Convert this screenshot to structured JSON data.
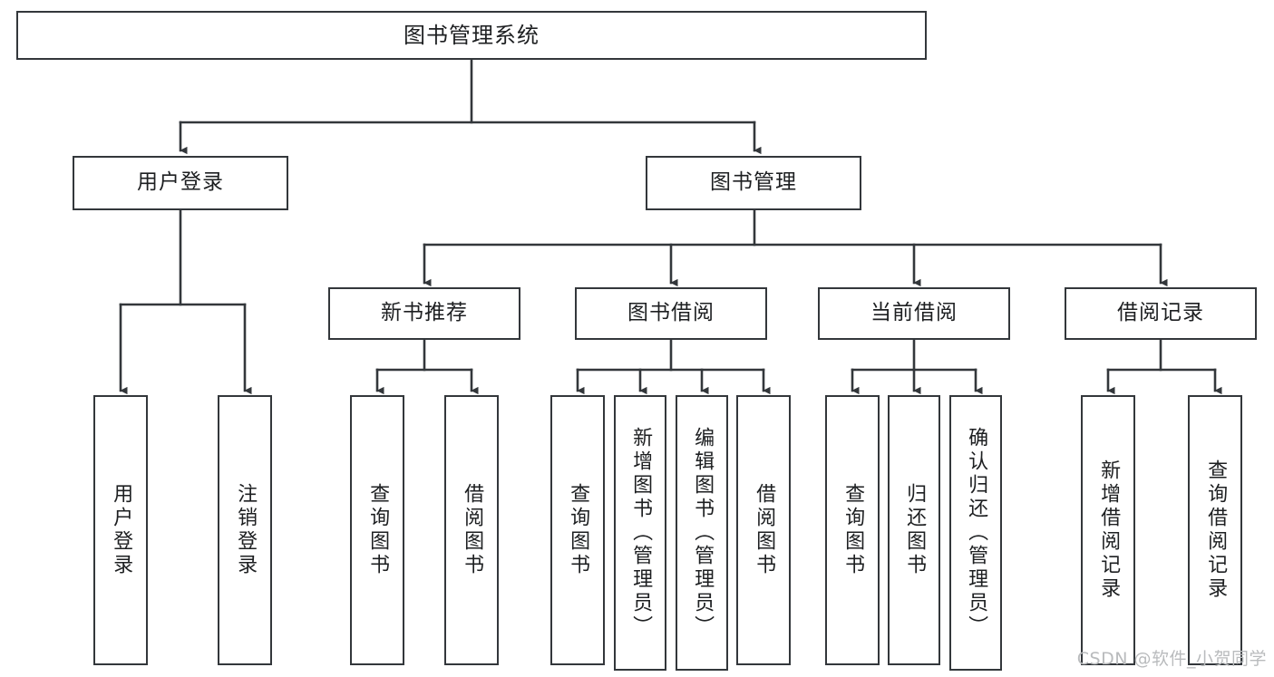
{
  "diagram": {
    "title": "图书管理系统",
    "type": "tree-hierarchy",
    "watermark": "CSDN @软件_小贺同学",
    "colors": {
      "stroke": "#33373b",
      "fill": "#ffffff",
      "text": "#1d1f21",
      "watermark": "#b9bbbd"
    },
    "root": {
      "label": "图书管理系统"
    },
    "level2": [
      {
        "label": "用户登录"
      },
      {
        "label": "图书管理"
      }
    ],
    "level3": [
      {
        "label": "新书推荐"
      },
      {
        "label": "图书借阅"
      },
      {
        "label": "当前借阅"
      },
      {
        "label": "借阅记录"
      }
    ],
    "leaves": {
      "user_login": [
        {
          "label": "用户登录"
        },
        {
          "label": "注销登录"
        }
      ],
      "new_book_recommend": [
        {
          "label": "查询图书"
        },
        {
          "label": "借阅图书"
        }
      ],
      "book_borrow": [
        {
          "label": "查询图书"
        },
        {
          "label": "新增图书（管理员）"
        },
        {
          "label": "编辑图书（管理员）"
        },
        {
          "label": "借阅图书"
        }
      ],
      "current_borrow": [
        {
          "label": "查询图书"
        },
        {
          "label": "归还图书"
        },
        {
          "label": "确认归还（管理员）"
        }
      ],
      "borrow_records": [
        {
          "label": "新增借阅记录"
        },
        {
          "label": "查询借阅记录"
        }
      ]
    }
  }
}
